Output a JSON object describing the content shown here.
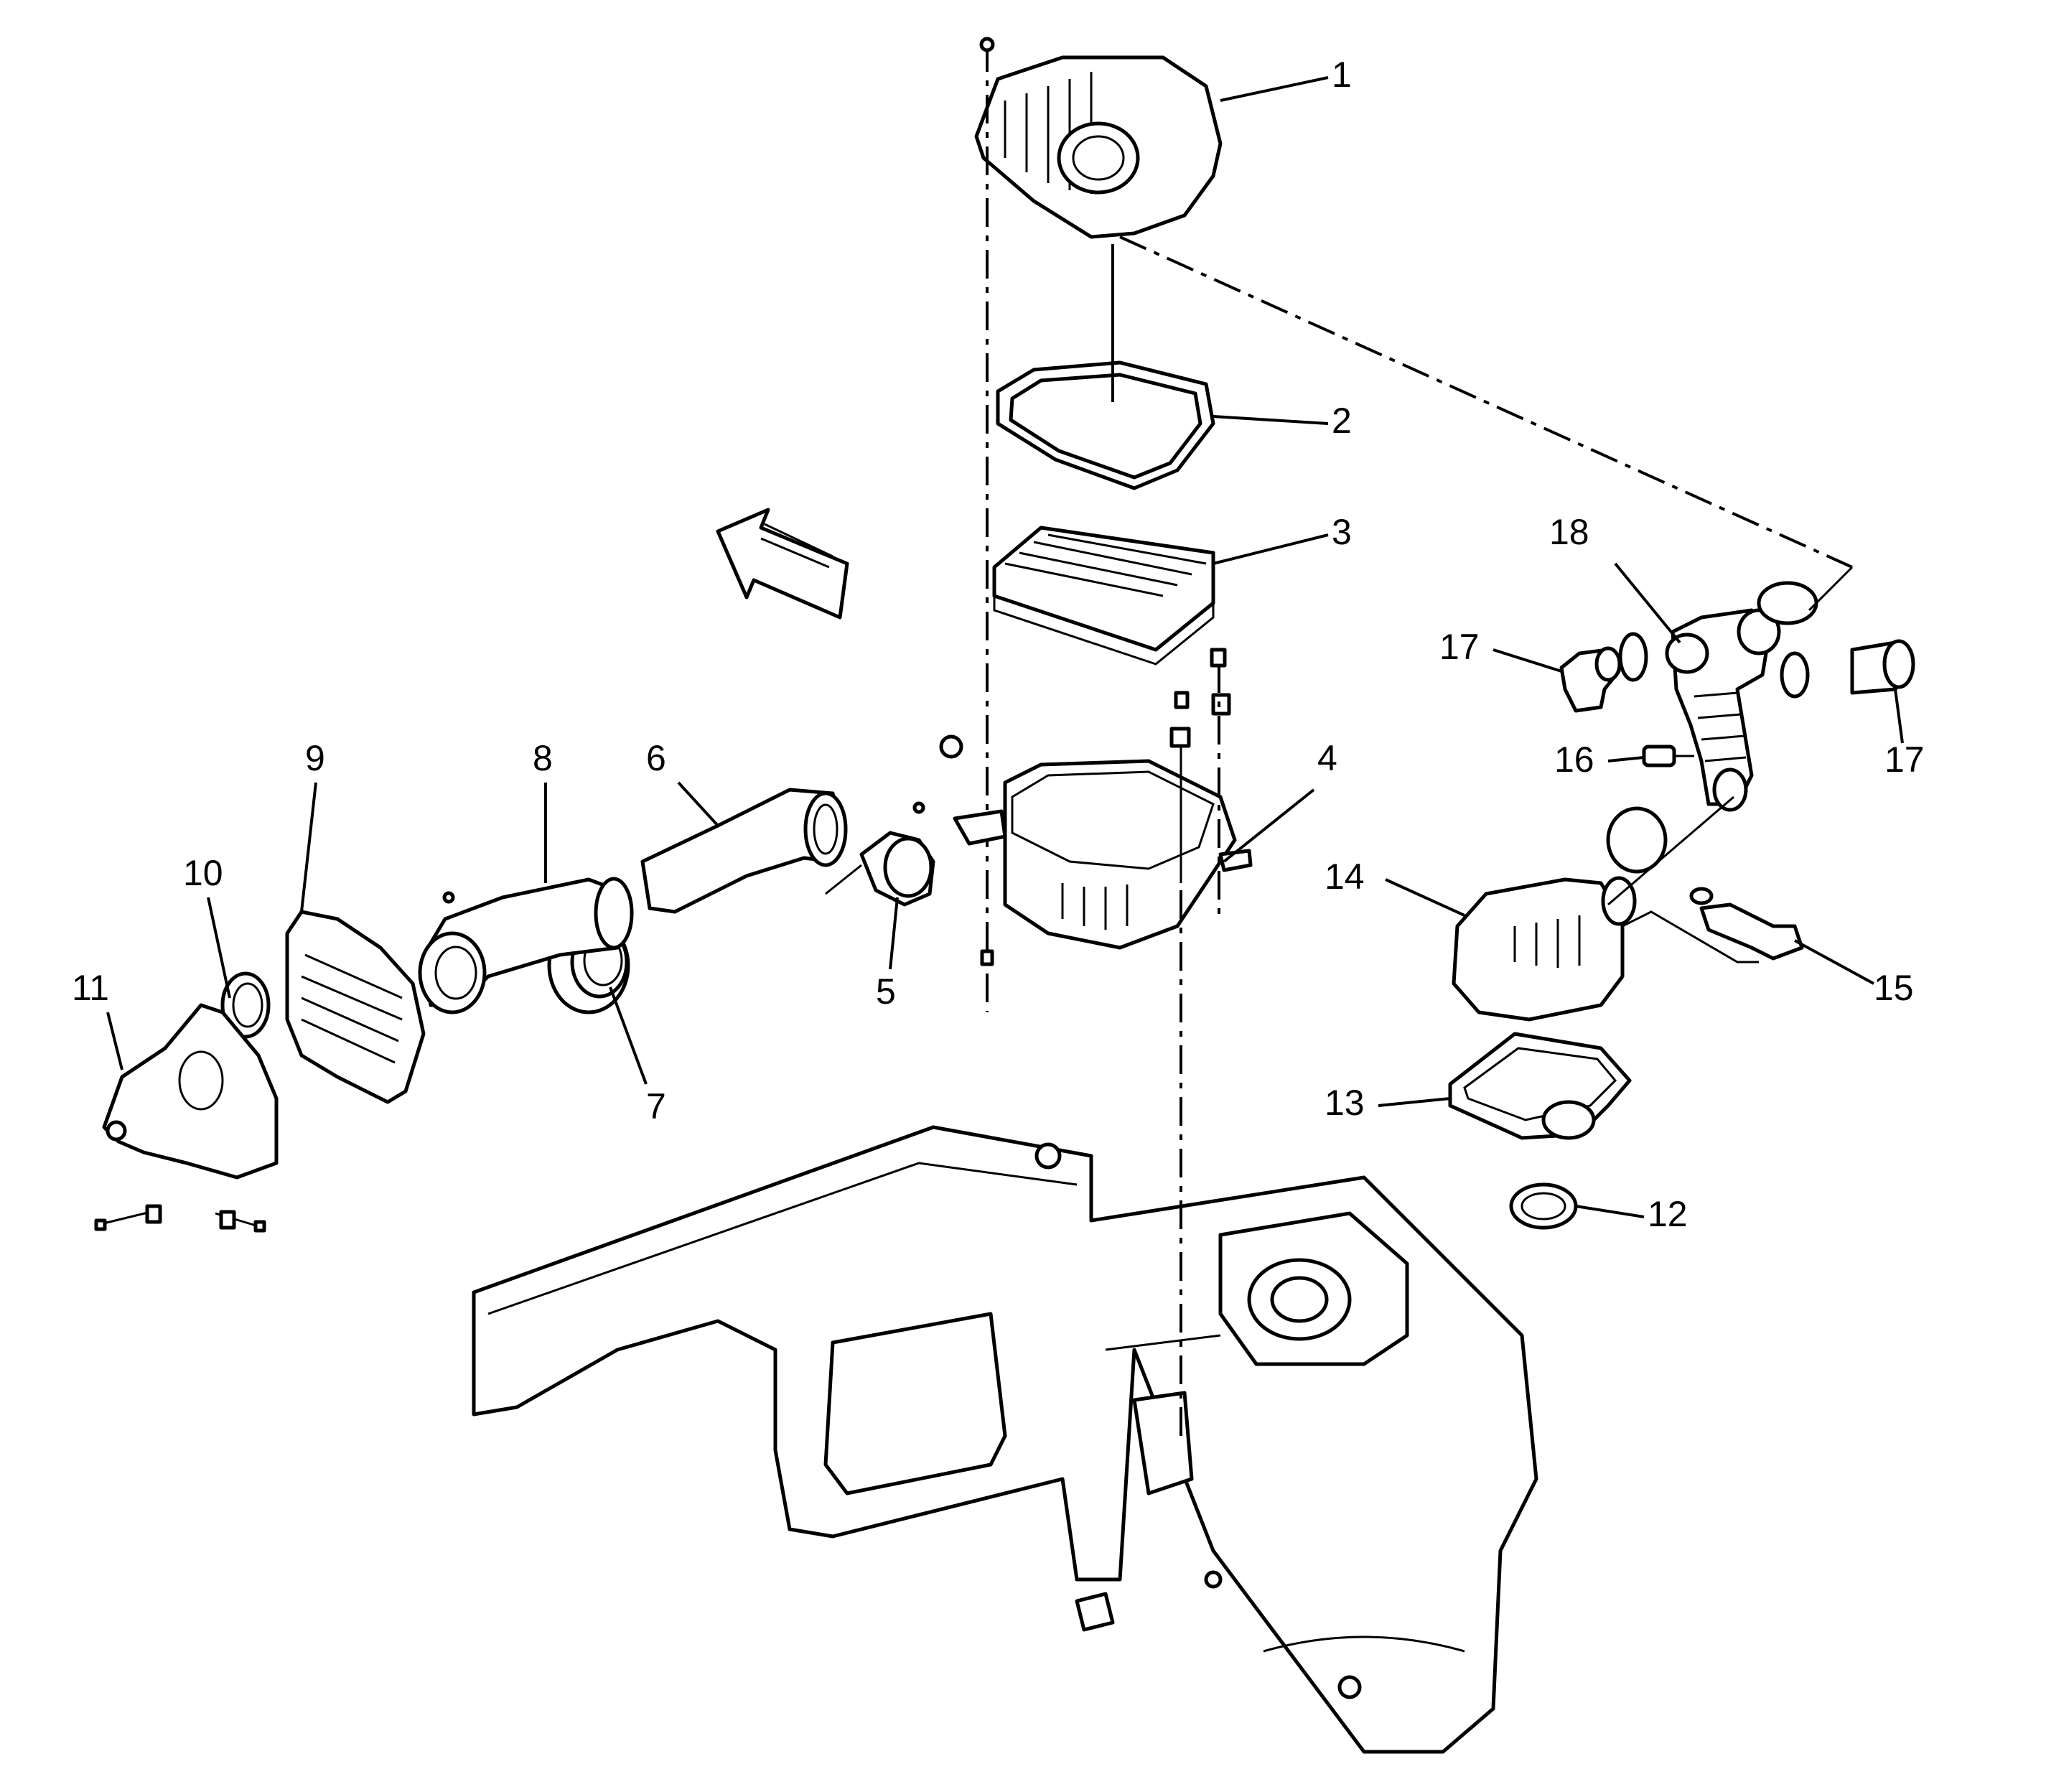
{
  "diagram": {
    "type": "exploded-parts-diagram",
    "callouts": [
      {
        "id": "c1",
        "label": "1"
      },
      {
        "id": "c2",
        "label": "2"
      },
      {
        "id": "c3",
        "label": "3"
      },
      {
        "id": "c4",
        "label": "4"
      },
      {
        "id": "c5",
        "label": "5"
      },
      {
        "id": "c6",
        "label": "6"
      },
      {
        "id": "c7",
        "label": "7"
      },
      {
        "id": "c8",
        "label": "8"
      },
      {
        "id": "c9",
        "label": "9"
      },
      {
        "id": "c10",
        "label": "10"
      },
      {
        "id": "c11",
        "label": "11"
      },
      {
        "id": "c12",
        "label": "12"
      },
      {
        "id": "c13",
        "label": "13"
      },
      {
        "id": "c14",
        "label": "14"
      },
      {
        "id": "c15",
        "label": "15"
      },
      {
        "id": "c16",
        "label": "16"
      },
      {
        "id": "c17a",
        "label": "17"
      },
      {
        "id": "c17b",
        "label": "17"
      },
      {
        "id": "c18",
        "label": "18"
      }
    ],
    "direction_arrow": "front-arrow-icon"
  }
}
